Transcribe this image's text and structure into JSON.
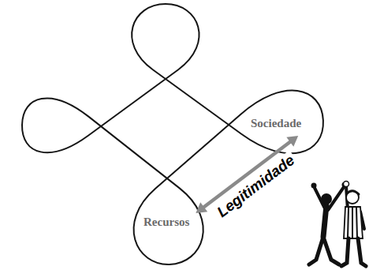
{
  "diagram": {
    "nodes": [
      {
        "text": [
          "Sociedade"
        ]
      },
      {
        "text": [
          "Recursos"
        ]
      }
    ],
    "edges": [
      {
        "from": 0,
        "to": 1,
        "arrow": "both",
        "label": "Legitimidade"
      }
    ]
  }
}
